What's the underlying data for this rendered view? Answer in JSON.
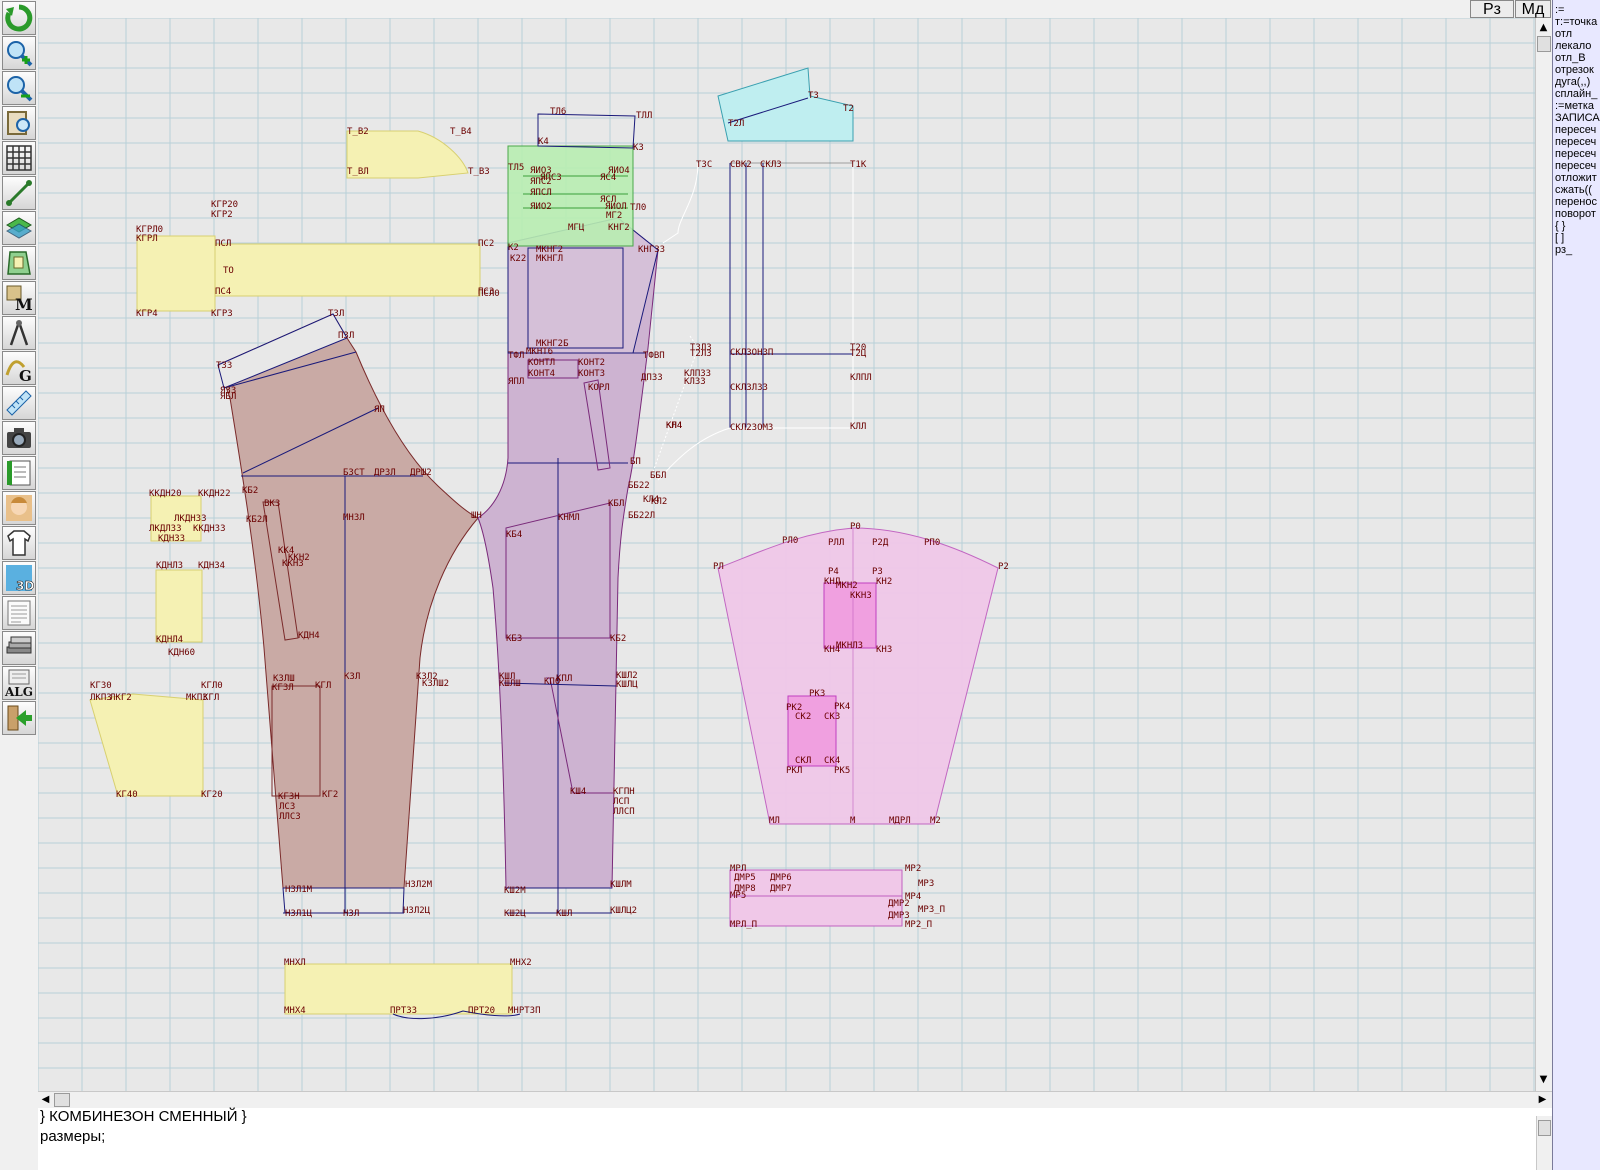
{
  "toolbar": {
    "tools": [
      {
        "name": "refresh-icon"
      },
      {
        "name": "zoom-in-icon"
      },
      {
        "name": "zoom-out-icon"
      },
      {
        "name": "zoom-window-icon"
      },
      {
        "name": "grid-icon"
      },
      {
        "name": "line-tool-icon"
      },
      {
        "name": "layers-icon"
      },
      {
        "name": "pattern-icon"
      },
      {
        "name": "measure-m-icon"
      },
      {
        "name": "compass-icon"
      },
      {
        "name": "g-curve-icon"
      },
      {
        "name": "ruler-icon"
      },
      {
        "name": "camera-icon"
      },
      {
        "name": "notebook-icon"
      },
      {
        "name": "mannequin-face-icon"
      },
      {
        "name": "garment-icon"
      },
      {
        "name": "3d-view-icon"
      },
      {
        "name": "document-icon"
      },
      {
        "name": "pages-stack-icon"
      },
      {
        "name": "alg-icon",
        "label": "ALG"
      },
      {
        "name": "exit-icon"
      }
    ]
  },
  "topbar": {
    "rz_label": "Рз",
    "md_label": "Мд"
  },
  "side_panel": {
    "commands": [
      ":=",
      "т:=точка",
      "отл",
      "лекало",
      "отл_В",
      "отрезок",
      "дуга(,,)",
      "сплайн_",
      ":=метка",
      "ЗАПИСА",
      "пересеч",
      "пересеч",
      "пересеч",
      "пересеч",
      "отложит",
      "сжать((",
      "перенос",
      "поворот",
      "{ }",
      "[ ]",
      "рз_"
    ]
  },
  "editor": {
    "lines": [
      "} КОМБИНЕЗОН СМЕННЫЙ }",
      " размеры;"
    ]
  },
  "colors": {
    "grid": "#b8d0d8",
    "canvas_bg": "#e8e8e8",
    "back_trouser": "#c9aaa5",
    "front_trouser": "#cdb3d1",
    "yellow_piece": "#f5f1b3",
    "pink_piece": "#f0c8e8",
    "green_piece": "#b9eeb2",
    "cyan_piece": "#bfeef0",
    "point_label": "#6b0000",
    "outline_blue": "#1a1a7a"
  },
  "canvas_labels": {
    "back": [
      "Т3Л",
      "П3Л",
      "Т33",
      "Я33",
      "ЯБЛ",
      "ЯП",
      "БЗСТ",
      "ДРЗЛ",
      "ДРШ2",
      "КБ2",
      "КБ2Л",
      "ВК3",
      "КК4",
      "ККН2",
      "ККН3",
      "КДН4",
      "КЗЛ",
      "КЗЛШ",
      "КЗЛ2",
      "КЗЛШ2",
      "КГ3Л",
      "КГЛ",
      "КГ2",
      "КГ3Н",
      "ЛСЗ",
      "ЛЛСЗ",
      "Н3Л1М",
      "Н3Л2М",
      "Н3Л1Ц",
      "Н3Л",
      "Н3Л2Ц",
      "МН3Л",
      "ШН"
    ],
    "front": [
      "ТЛ6",
      "ТЛЛ",
      "К4",
      "К3",
      "ТЛ5",
      "К2",
      "К22",
      "МКНГ2",
      "МКНГЛ",
      "МГЦ",
      "МГ2",
      "КНГ2",
      "КНГ33",
      "МКНГ2Б",
      "МКНТ6",
      "КОНТ2",
      "КОНТЛ",
      "КОНТ3",
      "КОНТ4",
      "ТФЛ",
      "ТФВП",
      "ЯПЛ",
      "КОРЛ",
      "ДПЗ3",
      "КН4",
      "БП",
      "КЛ4",
      "КЛ2",
      "ББЛ",
      "ББ22",
      "ББ22Л",
      "КБЛ",
      "КНМЛ",
      "КБ4",
      "КБ3",
      "КБ2",
      "КШЛ",
      "КШЛШ",
      "КШЛ2",
      "КПЛ",
      "КП0",
      "КШЛЦ",
      "КШ4",
      "КГПН",
      "ЛСП",
      "ЛЛСП",
      "КШ2М",
      "КШЛМ",
      "КШ2Ц",
      "КШЛ",
      "КШЛЦ2",
      "ТФЛ"
    ],
    "pocket_green": [
      "ЯИОЗ",
      "ЯИО4",
      "ЯПС2",
      "ЯПС3",
      "ЯПСЛ",
      "ЯИО2",
      "ЯС4",
      "ЯСЛ",
      "ЯИОЛ",
      "ТЛ0"
    ],
    "cyan": [
      "Т3",
      "Т2Л",
      "Т2",
      "Т3С",
      "Т1К",
      "СВК2",
      "СКЛ3",
      "СКЛЗОН3П",
      "СКЛЗЛЗЗ",
      "СКЛ2ЗОМЗ",
      "Т3Л3",
      "Т2Л3",
      "Т2Ц",
      "Т20",
      "КЛПЛ",
      "КЛЛ",
      "КЛ4",
      "КЛП33",
      "КЛ33"
    ],
    "yellow": [
      "Т_В2",
      "Т_В4",
      "Т_ВЛ",
      "Т_В3",
      "КГР20",
      "КГР2",
      "КГРЛ0",
      "КГРЛ",
      "ПСЛ",
      "ПС2",
      "ПСЛ0",
      "ТО",
      "ПС4",
      "ПС3",
      "КГР4",
      "КГР3",
      "КГ30",
      "КГЛ0",
      "ЛКПЗ",
      "ЛКГ2",
      "МКПЗ",
      "КГЛ",
      "КГ40",
      "КГ20",
      "МНХЛ",
      "МНХ2",
      "МНХ4",
      "ПРТ33",
      "ПРТ20",
      "МНРТ3П",
      "ККДН20",
      "ККДН22",
      "ЛКДНЗ3",
      "ЛКДЛЗЗ",
      "ККДН33",
      "КДНЗ3",
      "КДНЛ3",
      "КДНЗ4",
      "КДНЛ4",
      "КДН60"
    ],
    "sleeve": [
      "Р2",
      "РЛ",
      "Р0",
      "РЛ0",
      "РЛЛ",
      "Р2Д",
      "РП0",
      "Р3",
      "Р4",
      "КНЛ",
      "КН2",
      "КН3",
      "КН4",
      "МКН2",
      "МКНЛ3",
      "ККНЗ",
      "РК2",
      "РК3",
      "РК4",
      "РКЛ",
      "РК5",
      "СК2",
      "СК3",
      "СКЛ",
      "СК4",
      "МЛ",
      "М",
      "МДРЛ",
      "М2"
    ],
    "strip": [
      "МРЛ",
      "МР2",
      "ДМР5",
      "ДМР6",
      "ДМР8",
      "ДМР7",
      "МР3",
      "МР5",
      "МР4",
      "ДМР2",
      "ДМРЗ",
      "МРЗ_П",
      "МРЛ_П",
      "МР2_П"
    ]
  }
}
